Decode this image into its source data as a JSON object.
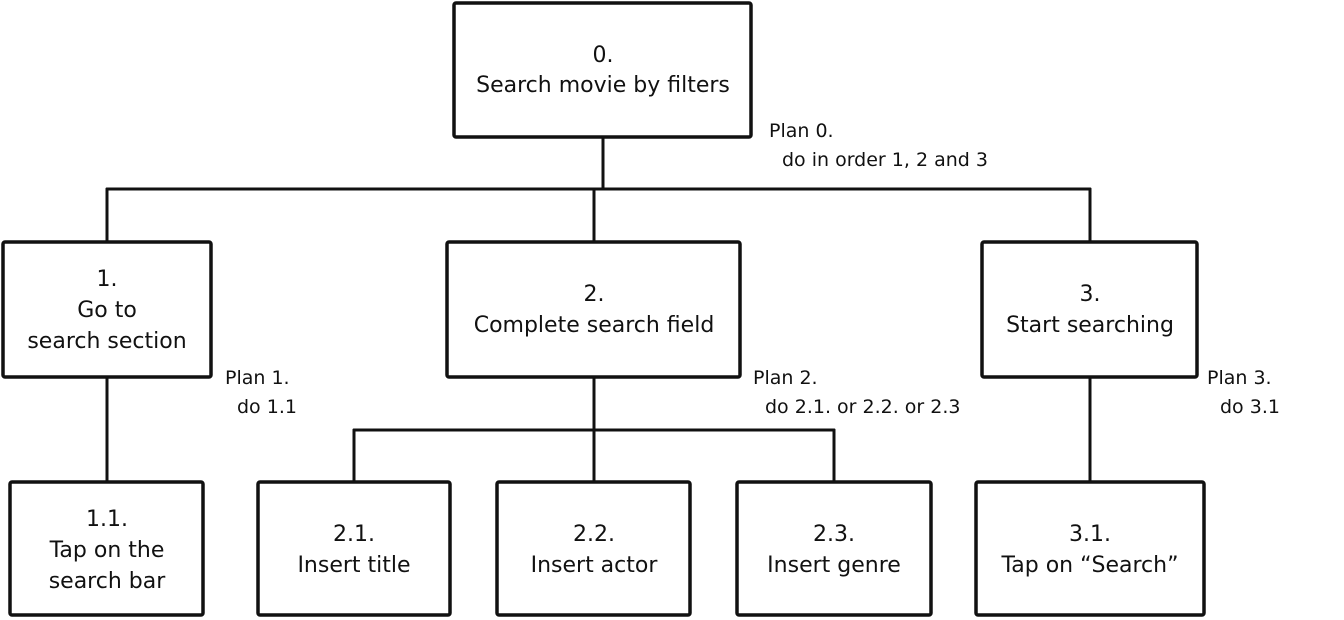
{
  "tasks": {
    "t0": {
      "number": "0.",
      "lines": [
        "Search movie by filters"
      ]
    },
    "t1": {
      "number": "1.",
      "lines": [
        "Go to",
        "search section"
      ]
    },
    "t2": {
      "number": "2.",
      "lines": [
        "Complete search field"
      ]
    },
    "t3": {
      "number": "3.",
      "lines": [
        "Start searching"
      ]
    },
    "t11": {
      "number": "1.1.",
      "lines": [
        "Tap on the",
        "search bar"
      ]
    },
    "t21": {
      "number": "2.1.",
      "lines": [
        "Insert title"
      ]
    },
    "t22": {
      "number": "2.2.",
      "lines": [
        "Insert actor"
      ]
    },
    "t23": {
      "number": "2.3.",
      "lines": [
        "Insert genre"
      ]
    },
    "t31": {
      "number": "3.1.",
      "lines": [
        "Tap on “Search”"
      ]
    }
  },
  "plans": {
    "p0": {
      "title": "Plan 0.",
      "rule": "do in order 1, 2 and 3"
    },
    "p1": {
      "title": "Plan 1.",
      "rule": "do 1.1"
    },
    "p2": {
      "title": "Plan 2.",
      "rule": "do 2.1. or 2.2. or 2.3"
    },
    "p3": {
      "title": "Plan 3.",
      "rule": "do 3.1"
    }
  }
}
